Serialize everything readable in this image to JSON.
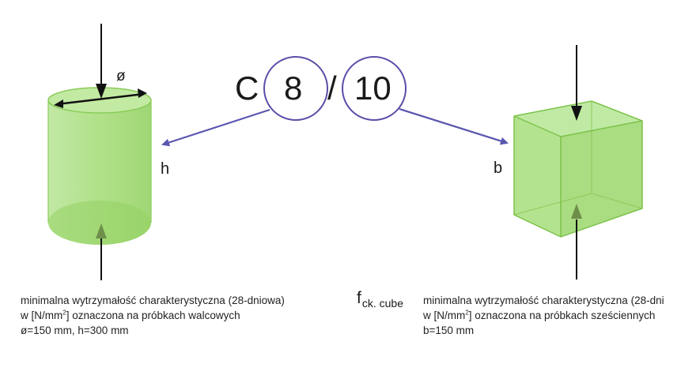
{
  "designation": {
    "prefix": "C",
    "cylinder_strength": "8",
    "separator": "/",
    "cube_strength": "10"
  },
  "cylinder": {
    "diameter_symbol": "ø",
    "height_symbol": "h",
    "caption_line1": "minimalna wytrzymałość charakterystyczna (28-dniowa)",
    "caption_line2_pre": "w [N/mm",
    "caption_line2_sup": "2",
    "caption_line2_post": "] oznaczona na próbkach walcowych",
    "caption_line3": "ø=150 mm, h=300 mm"
  },
  "cube": {
    "side_symbol": "b",
    "symbol_main": "f",
    "symbol_sub": "ck. cube",
    "caption_line1": "minimalna wytrzymałość charakterystyczna (28-dni",
    "caption_line2_pre": "w [N/mm",
    "caption_line2_sup": "2",
    "caption_line2_post": "] oznaczona na próbkach sześciennych",
    "caption_line3": "b=150 mm"
  },
  "colors": {
    "solid_fill": "#9ed86a",
    "solid_edge": "#7cc24a",
    "circle_stroke": "#5a4ea8",
    "pointer_arrow": "#5a56b0",
    "load_arrow": "#111111"
  }
}
